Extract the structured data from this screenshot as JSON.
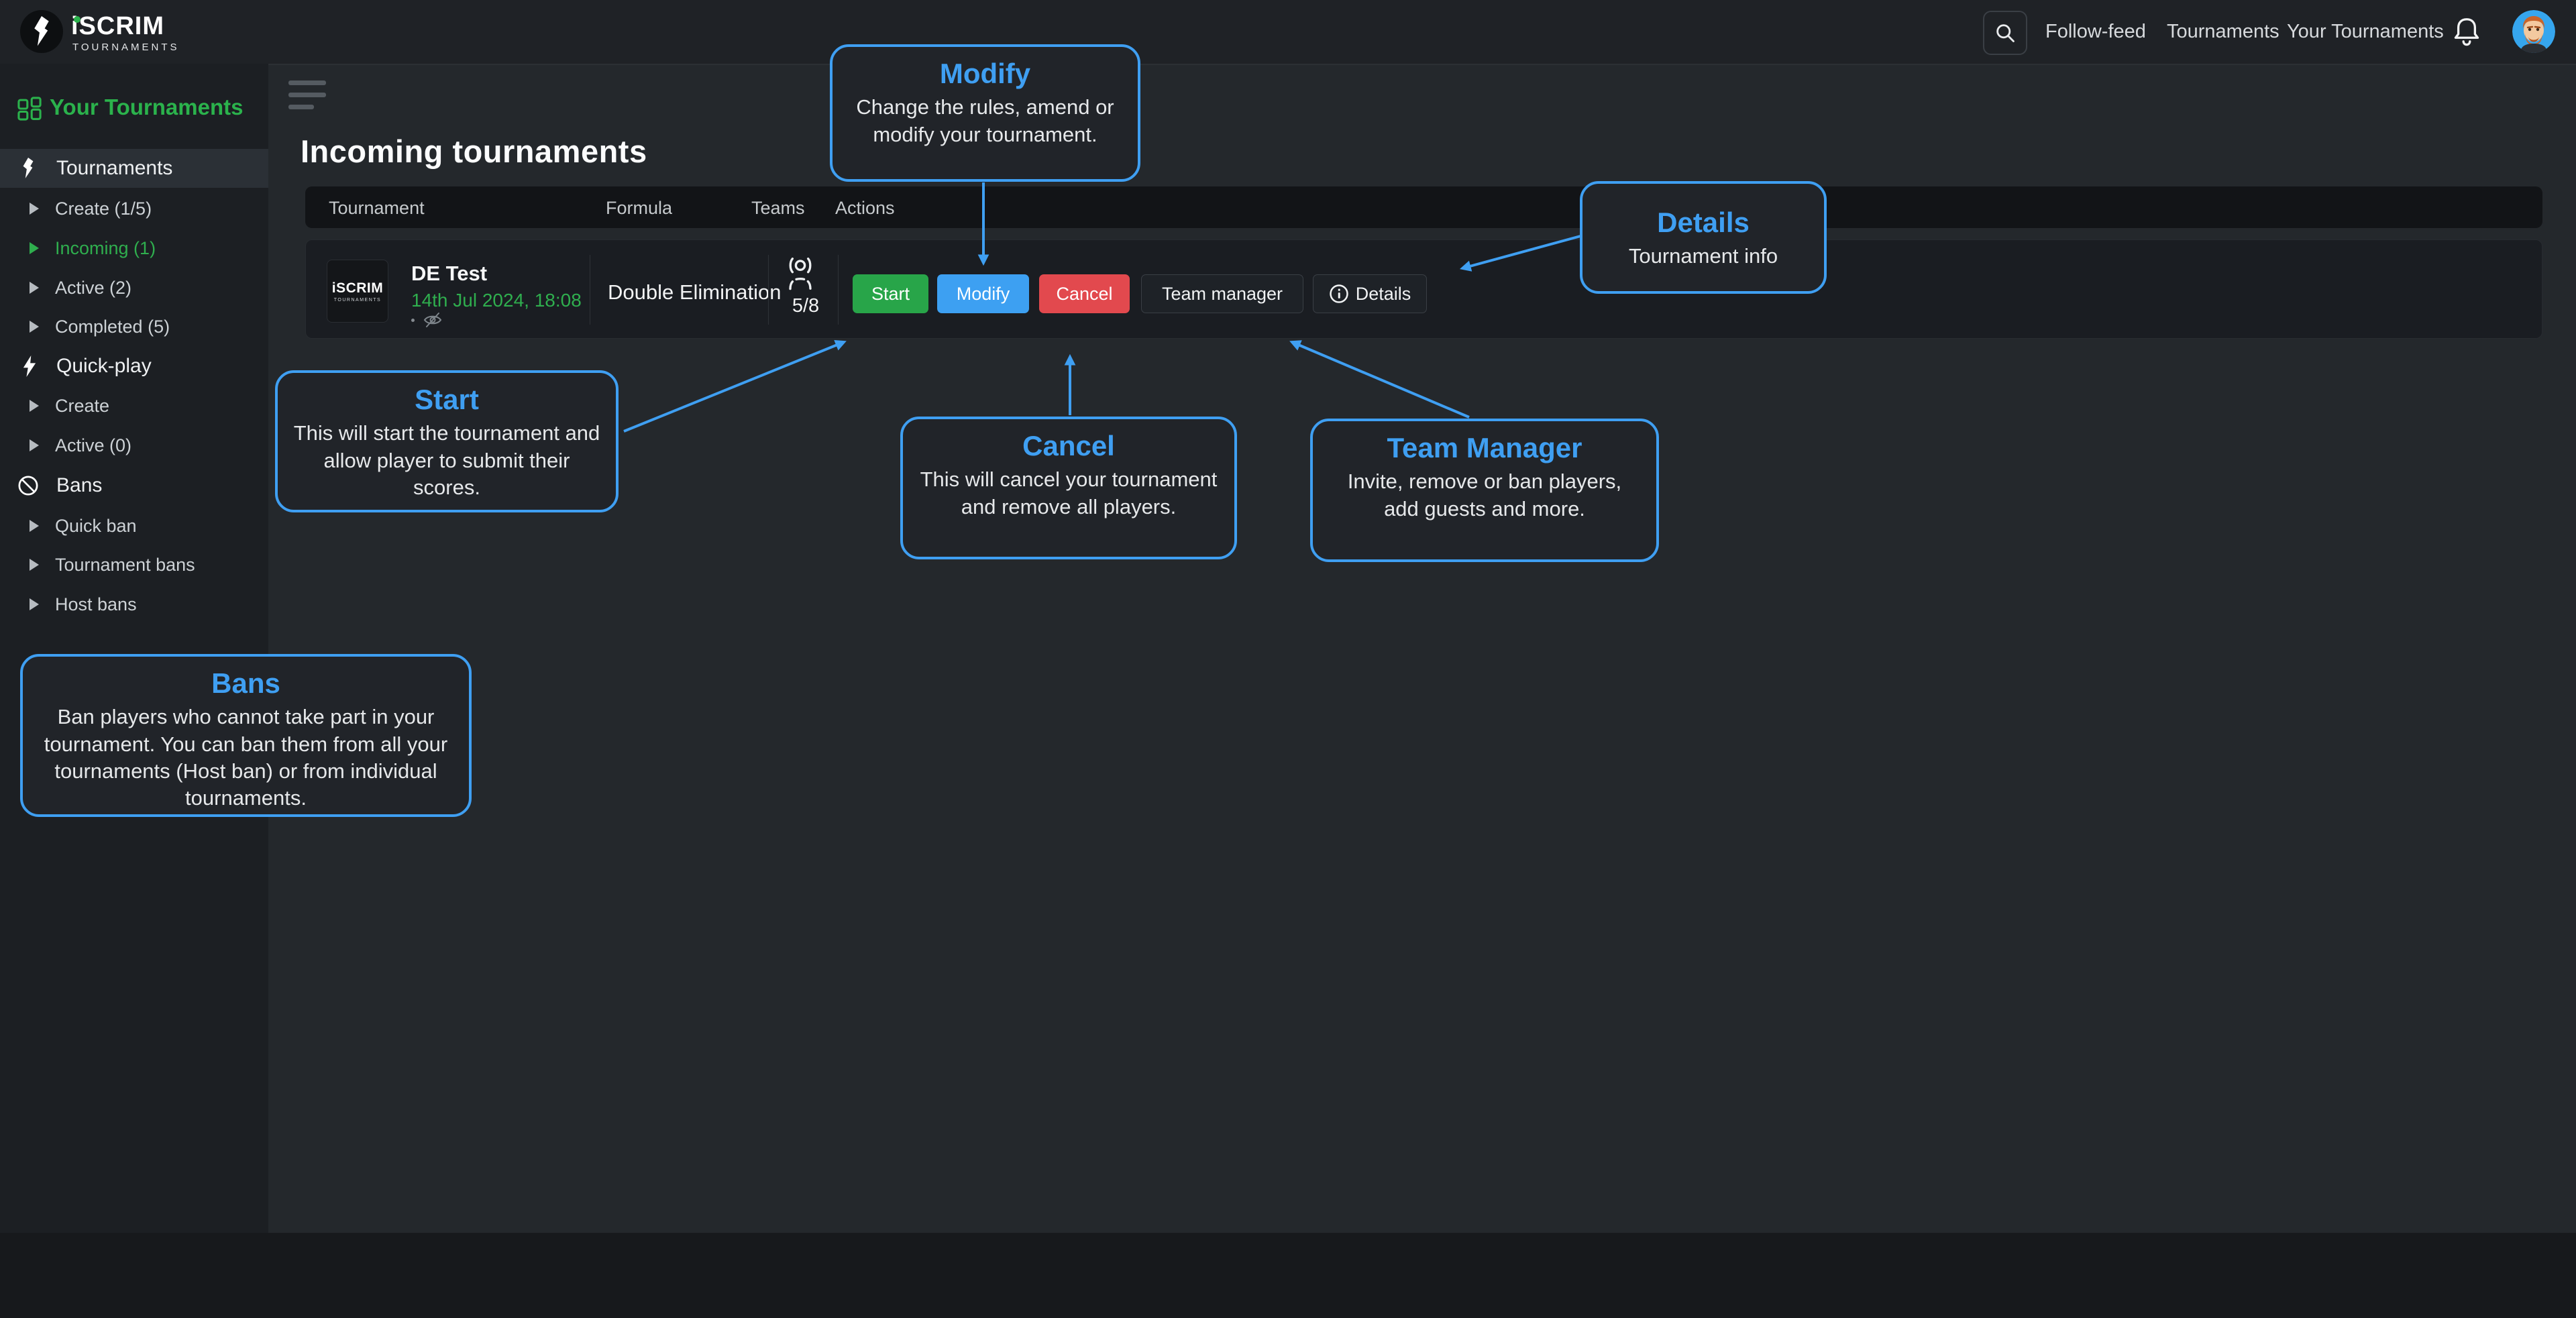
{
  "brand": {
    "name": "iSCRIM",
    "subtitle": "TOURNAMENTS"
  },
  "navbar": {
    "items": [
      {
        "label": "Follow-feed"
      },
      {
        "label": "Tournaments"
      },
      {
        "label": "Your Tournaments"
      }
    ]
  },
  "sidebar": {
    "section_title": "Your Tournaments",
    "items": [
      {
        "label": "Tournaments"
      },
      {
        "label": "Create (1/5)"
      },
      {
        "label": "Incoming (1)"
      },
      {
        "label": "Active (2)"
      },
      {
        "label": "Completed (5)"
      },
      {
        "label": "Quick-play"
      },
      {
        "label": "Create"
      },
      {
        "label": "Active (0)"
      },
      {
        "label": "Bans"
      },
      {
        "label": "Quick ban"
      },
      {
        "label": "Tournament bans"
      },
      {
        "label": "Host bans"
      }
    ]
  },
  "main": {
    "title": "Incoming tournaments",
    "table": {
      "headers": [
        "Tournament",
        "Formula",
        "Teams",
        "Actions"
      ],
      "row": {
        "name": "DE Test",
        "datetime": "14th Jul 2024, 18:08",
        "formula": "Double Elimination",
        "teams": "5/8",
        "thumbnail": {
          "title": "iSCRIM",
          "subtitle": "TOURNAMENTS"
        },
        "actions": {
          "start": "Start",
          "modify": "Modify",
          "cancel": "Cancel",
          "team_manager": "Team manager",
          "details": "Details"
        }
      }
    }
  },
  "callouts": {
    "modify": {
      "title": "Modify",
      "body": "Change the rules, amend or modify your tournament."
    },
    "details": {
      "title": "Details",
      "body": "Tournament info"
    },
    "start": {
      "title": "Start",
      "body": "This will start the tournament and allow player to submit their scores."
    },
    "cancel": {
      "title": "Cancel",
      "body": "This will cancel your tournament and remove all players."
    },
    "team_manager": {
      "title": "Team Manager",
      "body": "Invite, remove or ban players, add guests and more."
    },
    "bans": {
      "title": "Bans",
      "body": "Ban players who cannot take part in your tournament. You can ban them from all your tournaments (Host ban) or from individual tournaments."
    }
  },
  "colors": {
    "green_accent": "#2bb24c",
    "date_green": "#2fae4e",
    "blue_accent": "#3f9ff2",
    "start_green": "#28a549",
    "modify_blue": "#3da0f2",
    "cancel_red": "#e2494e",
    "page_bg": "#24282c",
    "sidebar_bg": "#1c1f23",
    "navbar_bg": "#1f2226",
    "table_header_bg": "#121417",
    "row_bg": "#1a1d22",
    "footer_bg": "#17191c"
  }
}
